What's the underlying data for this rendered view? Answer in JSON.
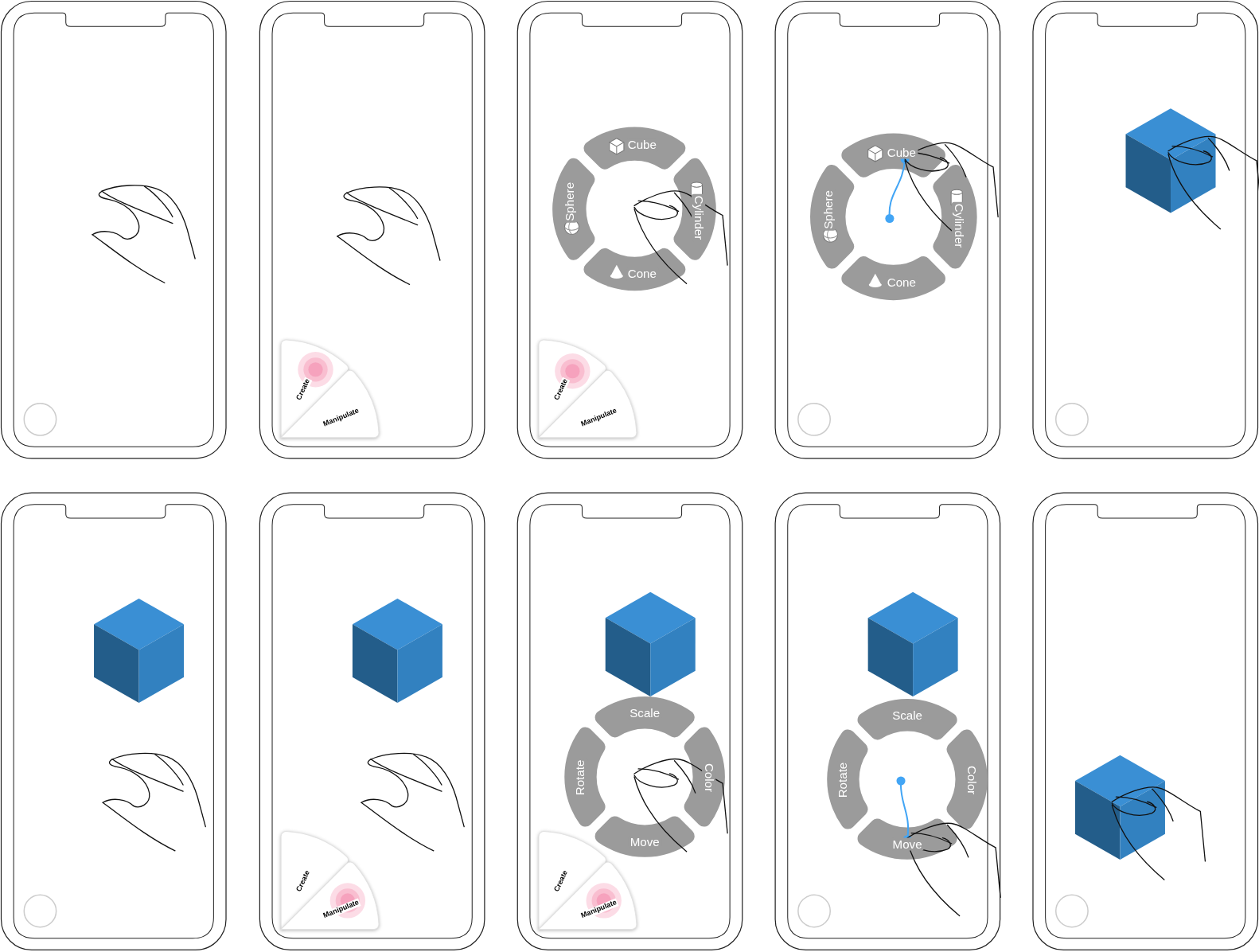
{
  "diagram": {
    "nodes": [
      {
        "text": [
          "Create"
        ]
      },
      {
        "text": [
          "Manipulate"
        ]
      },
      {
        "text": [
          "Cube"
        ]
      },
      {
        "text": [
          "Sphere"
        ]
      },
      {
        "text": [
          "Cylinder"
        ]
      },
      {
        "text": [
          "Cone"
        ]
      },
      {
        "text": [
          "Create"
        ]
      },
      {
        "text": [
          "Manipulate"
        ]
      },
      {
        "text": [
          "Cube"
        ]
      },
      {
        "text": [
          "Sphere"
        ]
      },
      {
        "text": [
          "Cylinder"
        ]
      },
      {
        "text": [
          "Cone"
        ]
      },
      {
        "text": [
          "Create"
        ]
      },
      {
        "text": [
          "Manipulate"
        ]
      },
      {
        "text": [
          "Scale"
        ]
      },
      {
        "text": [
          "Rotate"
        ]
      },
      {
        "text": [
          "Color"
        ]
      },
      {
        "text": [
          "Move"
        ]
      },
      {
        "text": [
          "Create"
        ]
      },
      {
        "text": [
          "Manipulate"
        ]
      },
      {
        "text": [
          "Scale"
        ]
      },
      {
        "text": [
          "Rotate"
        ]
      },
      {
        "text": [
          "Color"
        ]
      },
      {
        "text": [
          "Move"
        ]
      }
    ]
  }
}
